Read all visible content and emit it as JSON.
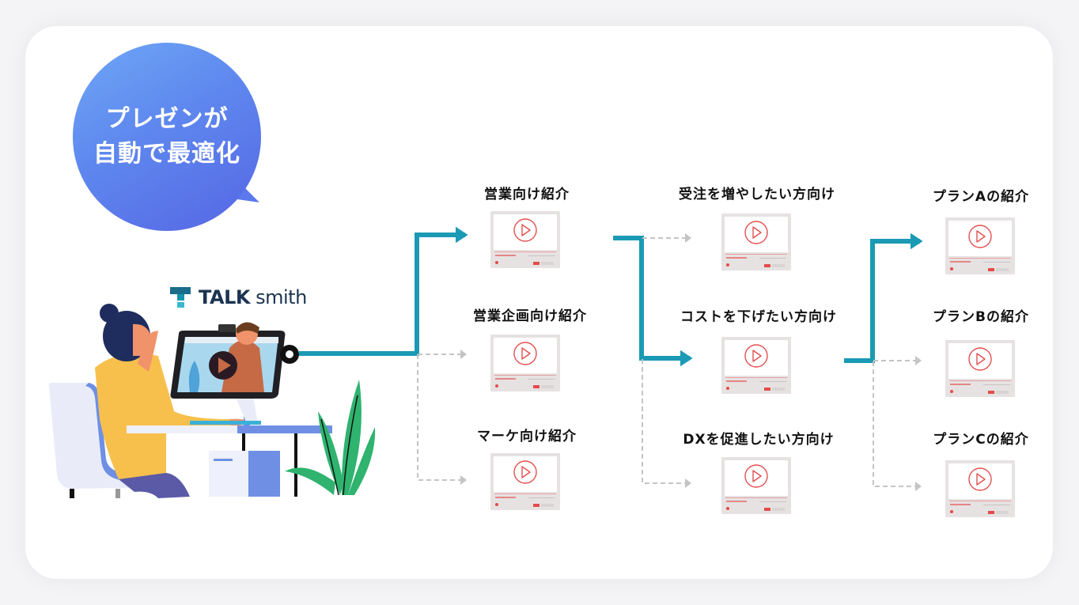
{
  "bubble": {
    "line1": "プレゼンが",
    "line2": "自動で最適化",
    "color_start": "#6ea8f6",
    "color_end": "#5666e4"
  },
  "logo": {
    "brand_bold": "TALK",
    "brand_light": "smith",
    "icon": "talksmith-logo-icon",
    "color": "#1b3450",
    "accent": "#1296ad"
  },
  "colors": {
    "active_path": "#1a9ab4",
    "inactive_path": "#c4c4c4",
    "play_icon": "#e45050"
  },
  "columns": [
    {
      "stage": 1,
      "items": [
        {
          "label": "営業向け紹介",
          "active": true
        },
        {
          "label": "営業企画向け紹介",
          "active": false
        },
        {
          "label": "マーケ向け紹介",
          "active": false
        }
      ]
    },
    {
      "stage": 2,
      "items": [
        {
          "label": "受注を増やしたい方向け",
          "active": false
        },
        {
          "label": "コストを下げたい方向け",
          "active": true
        },
        {
          "label": "DXを促進したい方向け",
          "active": false
        }
      ]
    },
    {
      "stage": 3,
      "items": [
        {
          "label": "プランAの紹介",
          "active": true
        },
        {
          "label": "プランBの紹介",
          "active": false
        },
        {
          "label": "プランCの紹介",
          "active": false
        }
      ]
    }
  ],
  "thumbnail_icon": "video-player-icon"
}
